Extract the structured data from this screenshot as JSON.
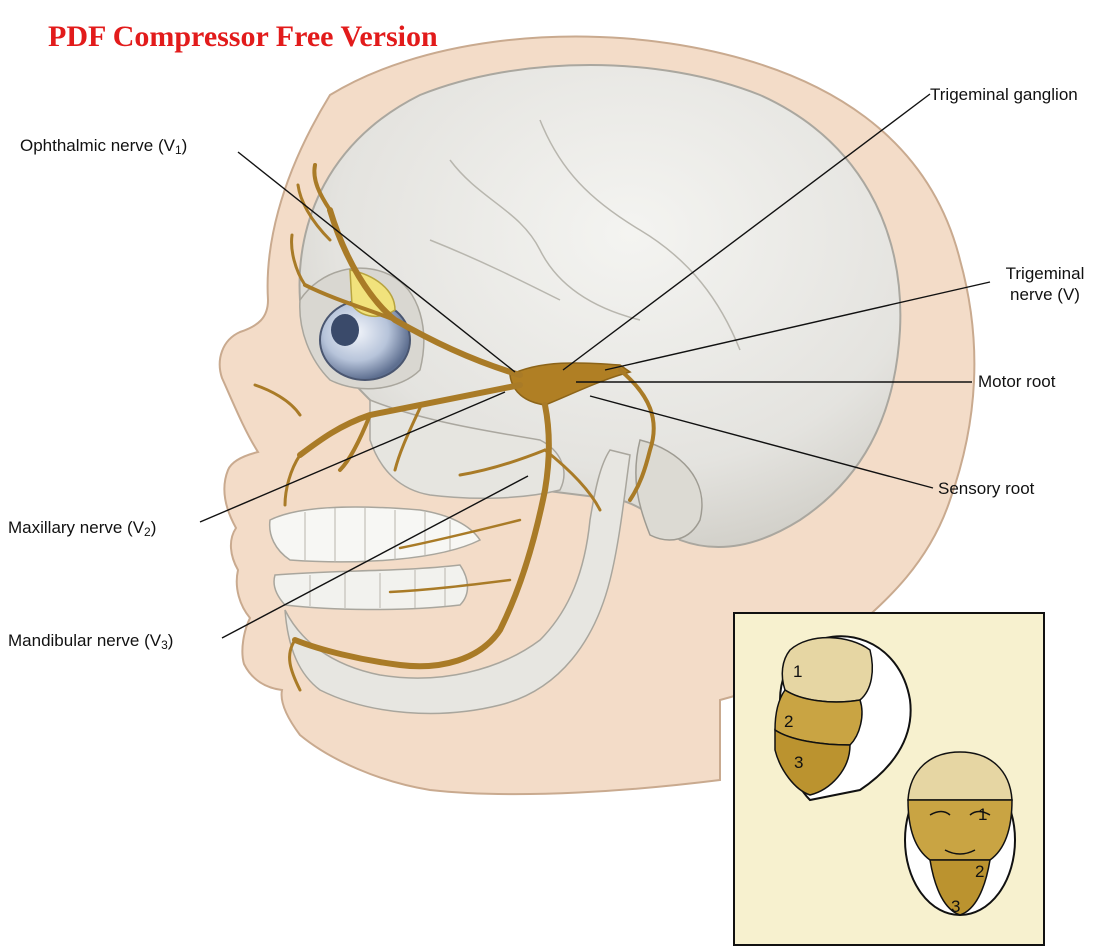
{
  "watermark": "PDF Compressor Free Version",
  "labels": {
    "ophthalmic": {
      "main": "Ophthalmic nerve (V",
      "sub": "1",
      "end": ")"
    },
    "maxillary": {
      "main": "Maxillary nerve (V",
      "sub": "2",
      "end": ")"
    },
    "mandibular": {
      "main": "Mandibular nerve (V",
      "sub": "3",
      "end": ")"
    },
    "trigeminal_ganglion": "Trigeminal ganglion",
    "trigeminal_nerve_line1": "Trigeminal",
    "trigeminal_nerve_line2": "nerve (V)",
    "motor_root": "Motor root",
    "sensory_root": "Sensory root"
  },
  "inset": {
    "lateral": [
      "1",
      "2",
      "3"
    ],
    "frontal": [
      "1",
      "2",
      "3"
    ]
  },
  "colors": {
    "nerve": "#a97b27",
    "dermatome_1": "#e6d6a3",
    "dermatome_2": "#c9a443",
    "dermatome_3": "#bb932f",
    "inset_bg": "#f7f1cf",
    "skin": "#f3dcc8",
    "bone": "#e9e8e4",
    "watermark": "#e21b1b"
  }
}
